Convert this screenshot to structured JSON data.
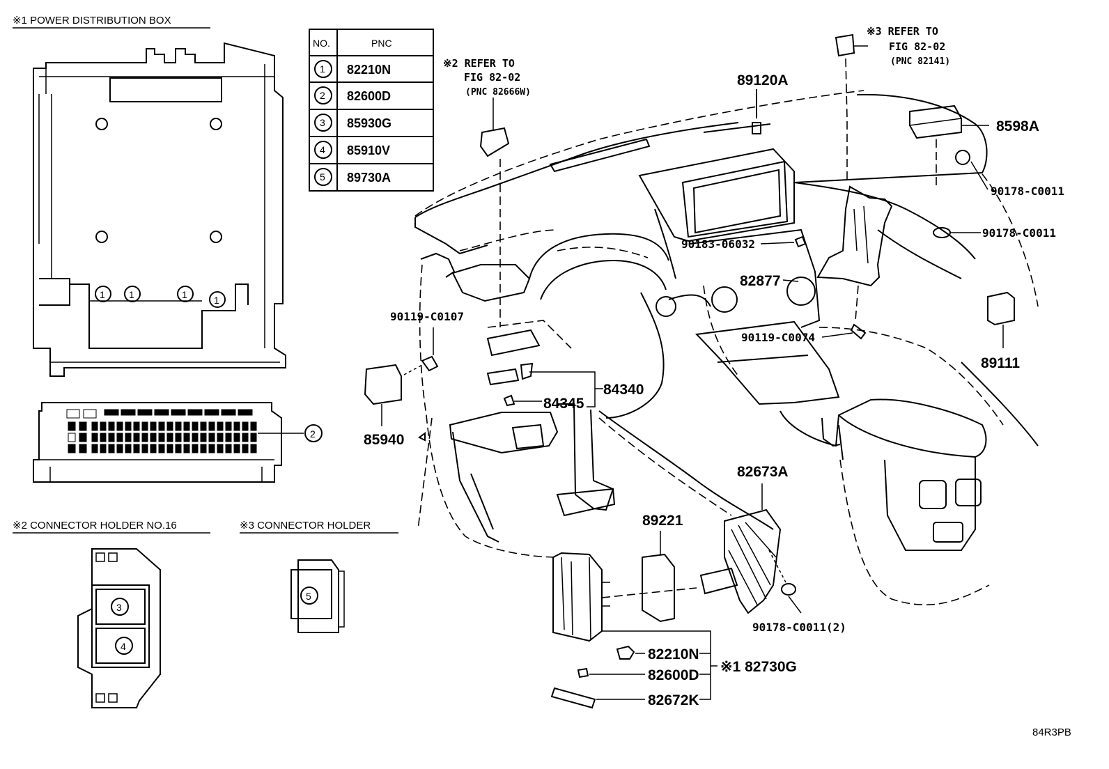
{
  "headings": {
    "power_box": "※1  POWER DISTRIBUTION BOX",
    "holder16": "※2 CONNECTOR HOLDER NO.16",
    "holder": "※3 CONNECTOR HOLDER"
  },
  "pnc_table": {
    "col_no": "NO.",
    "col_pnc": "PNC",
    "rows": [
      {
        "no": "1",
        "pnc": "82210N"
      },
      {
        "no": "2",
        "pnc": "82600D"
      },
      {
        "no": "3",
        "pnc": "85930G"
      },
      {
        "no": "4",
        "pnc": "85910V"
      },
      {
        "no": "5",
        "pnc": "89730A"
      }
    ]
  },
  "refs": {
    "ref2": {
      "l1": "※2 REFER TO",
      "l2": "FIG 82-02",
      "l3": "(PNC 82666W)"
    },
    "ref3": {
      "l1": "※3 REFER TO",
      "l2": "FIG 82-02",
      "l3": "(PNC 82141)"
    }
  },
  "callouts": {
    "c1": "1",
    "c2": "2",
    "c3": "3",
    "c4": "4",
    "c5": "5"
  },
  "part_labels": {
    "p89120A": "89120A",
    "p8598A": "8598A",
    "p90178a": "90178-C0011",
    "p90178b": "90178-C0011",
    "p90183": "90183-06032",
    "p82877": "82877",
    "p90119_0107": "90119-C0107",
    "p90119_0074": "90119-C0074",
    "p89111": "89111",
    "p84340": "84340",
    "p84345": "84345",
    "p85940": "85940",
    "p82673A": "82673A",
    "p89221": "89221",
    "p90178c": "90178-C0011(2)",
    "p82210N": "82210N",
    "p82600D": "82600D",
    "p82672K": "82672K",
    "p82730G": "※1 82730G"
  },
  "figure_code": "84R3PB"
}
